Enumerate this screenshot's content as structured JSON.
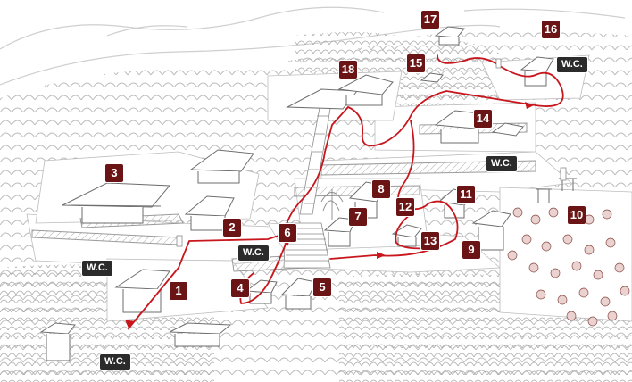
{
  "map": {
    "route_color": "#c8161d",
    "marker_color": "#6b1416",
    "restroom_color": "#2b2b2b",
    "markers": [
      {
        "id": "m1",
        "label": "1"
      },
      {
        "id": "m2",
        "label": "2"
      },
      {
        "id": "m3",
        "label": "3"
      },
      {
        "id": "m4",
        "label": "4"
      },
      {
        "id": "m5",
        "label": "5"
      },
      {
        "id": "m6",
        "label": "6"
      },
      {
        "id": "m7",
        "label": "7"
      },
      {
        "id": "m8",
        "label": "8"
      },
      {
        "id": "m9",
        "label": "9"
      },
      {
        "id": "m10",
        "label": "10"
      },
      {
        "id": "m11",
        "label": "11"
      },
      {
        "id": "m12",
        "label": "12"
      },
      {
        "id": "m13",
        "label": "13"
      },
      {
        "id": "m14",
        "label": "14"
      },
      {
        "id": "m15",
        "label": "15"
      },
      {
        "id": "m16",
        "label": "16"
      },
      {
        "id": "m17",
        "label": "17"
      },
      {
        "id": "m18",
        "label": "18"
      }
    ],
    "restrooms": [
      {
        "id": "wc1",
        "label": "W.C."
      },
      {
        "id": "wc2",
        "label": "W.C."
      },
      {
        "id": "wc3",
        "label": "W.C."
      },
      {
        "id": "wc4",
        "label": "W.C."
      },
      {
        "id": "wc5",
        "label": "W.C."
      }
    ]
  }
}
